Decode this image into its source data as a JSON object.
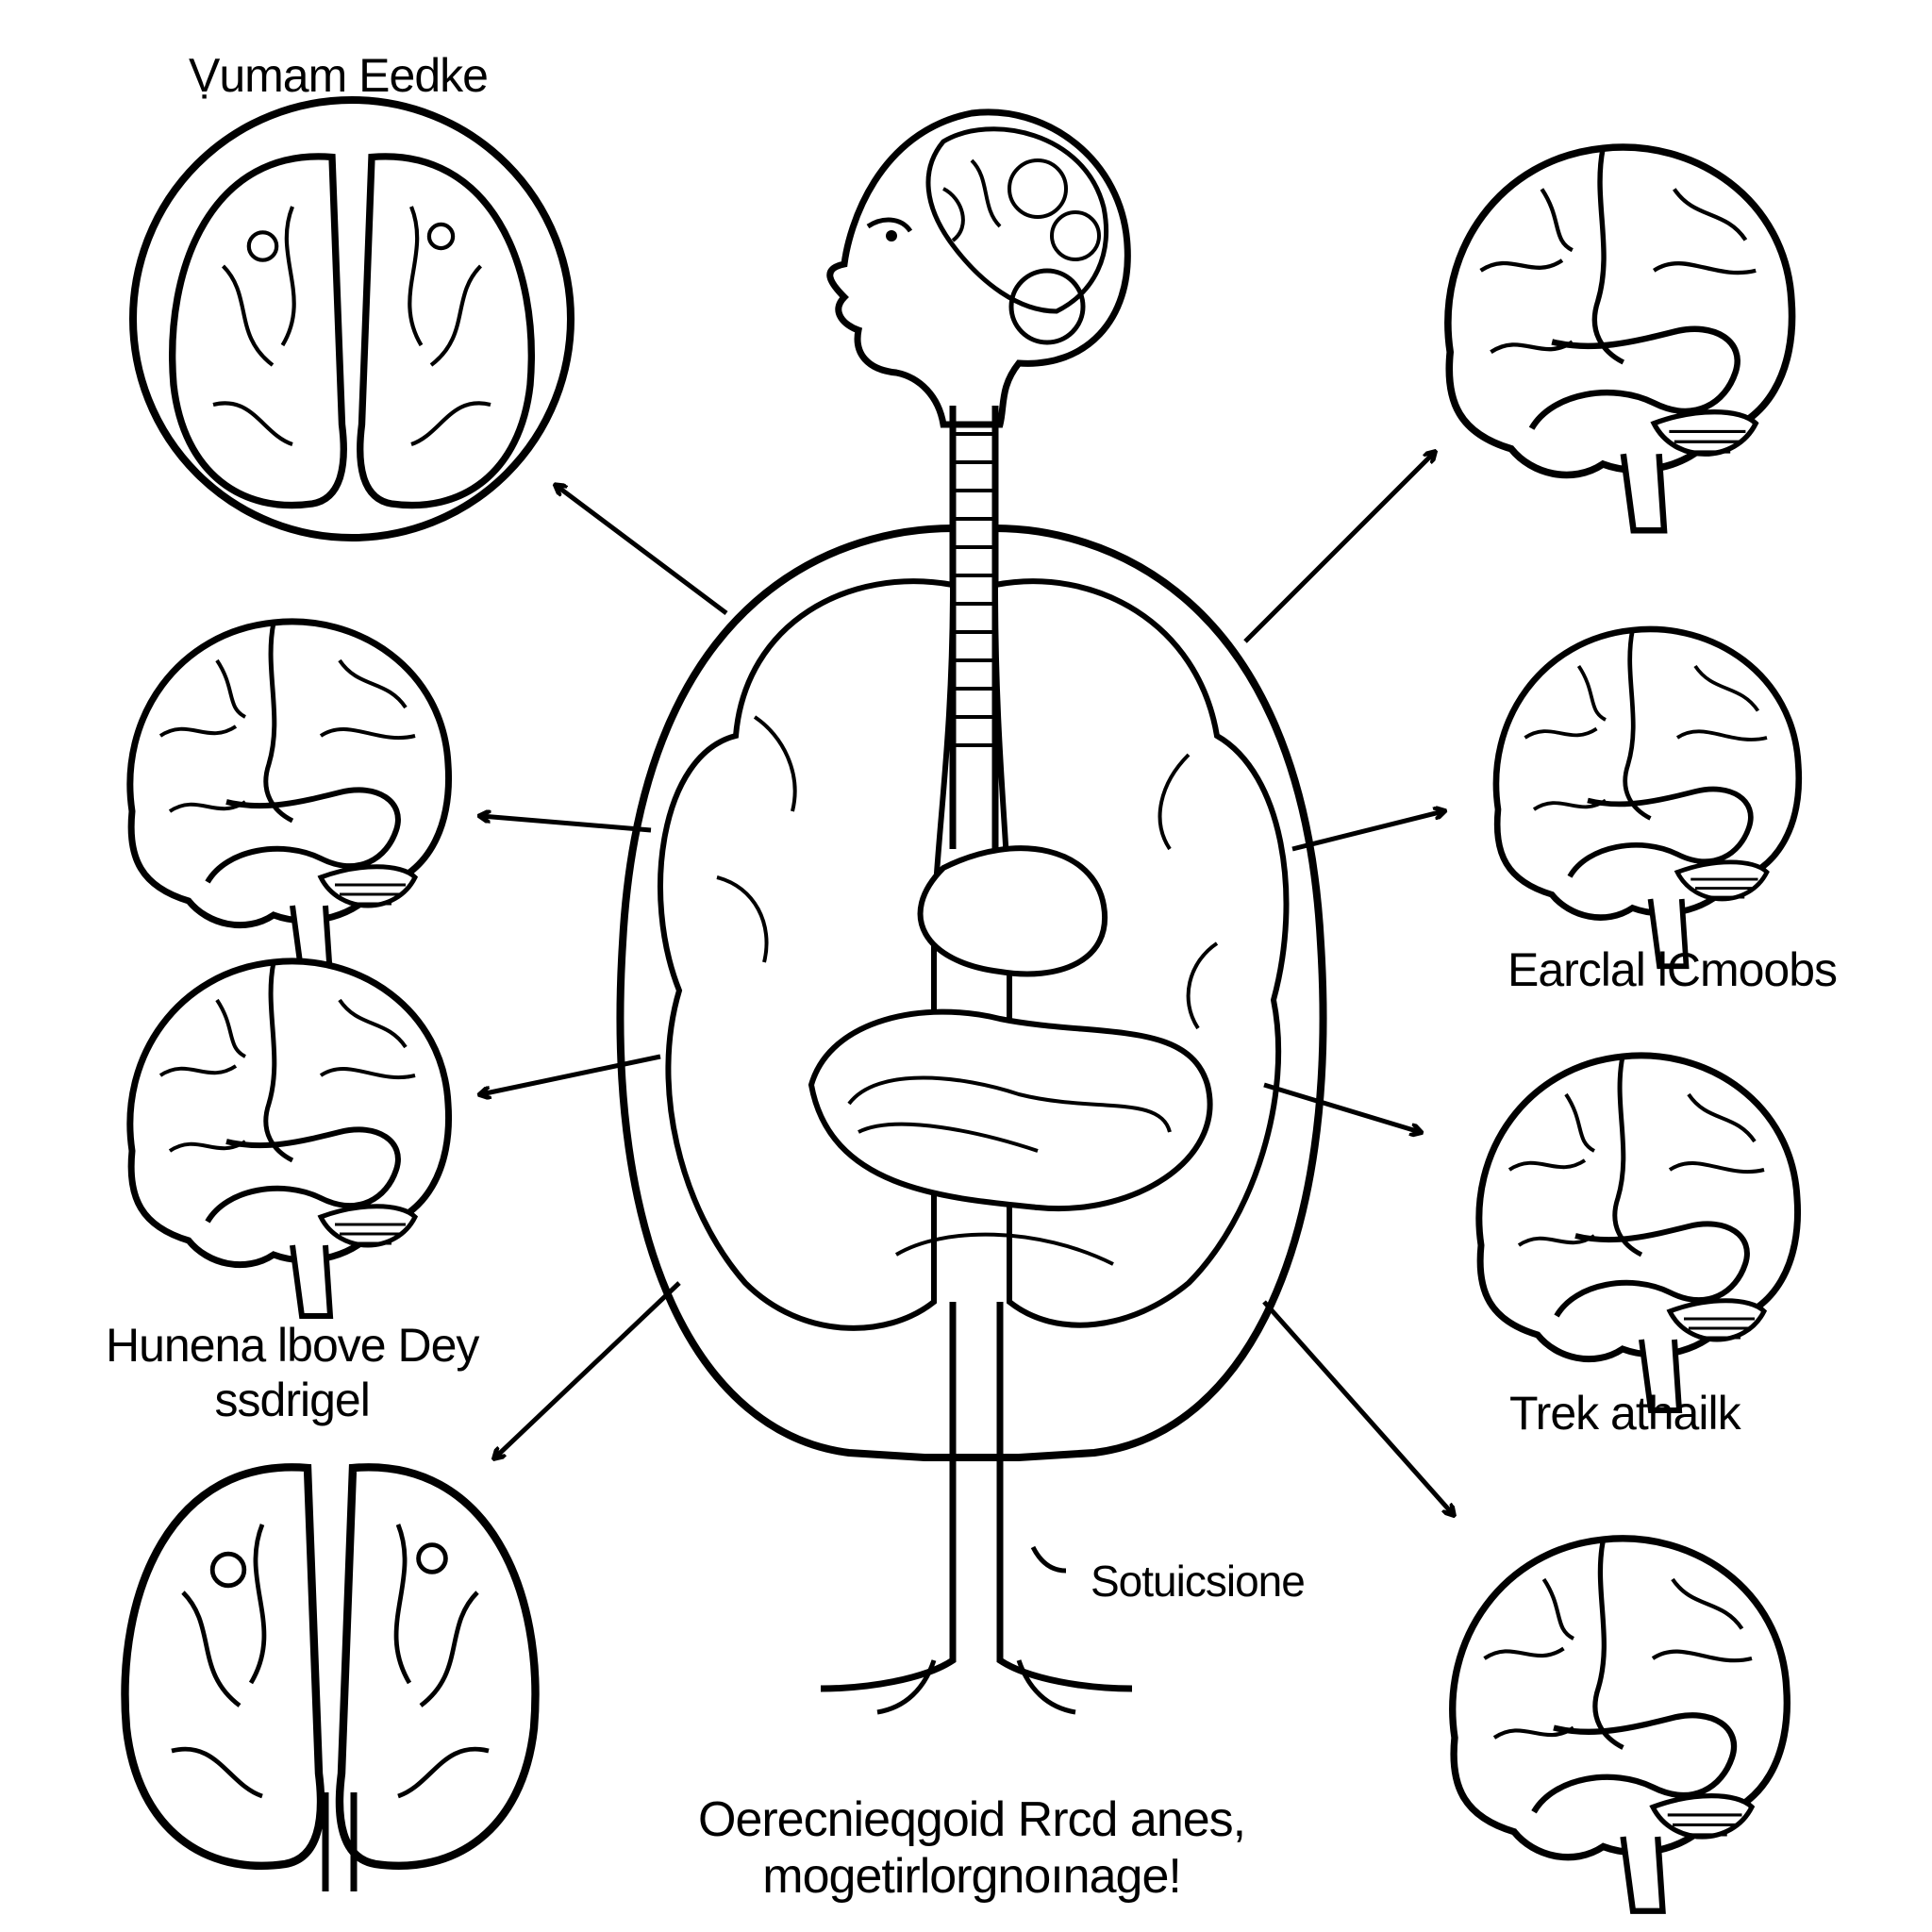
{
  "labels": {
    "top_left": "Ṿumam Eedke",
    "right_mid": "Earclal lCmoobs",
    "left_mid": [
      "Hunena lbove Dey",
      "ssdrigel"
    ],
    "right_low": "Trek athailk",
    "center_low": "Sotuicsione",
    "bottom": [
      "Oerecnieqgoid Rrcd anes,",
      "mogetirlorgnoınage!"
    ]
  },
  "colors": {
    "ink": "#000000",
    "paper": "#ffffff"
  }
}
